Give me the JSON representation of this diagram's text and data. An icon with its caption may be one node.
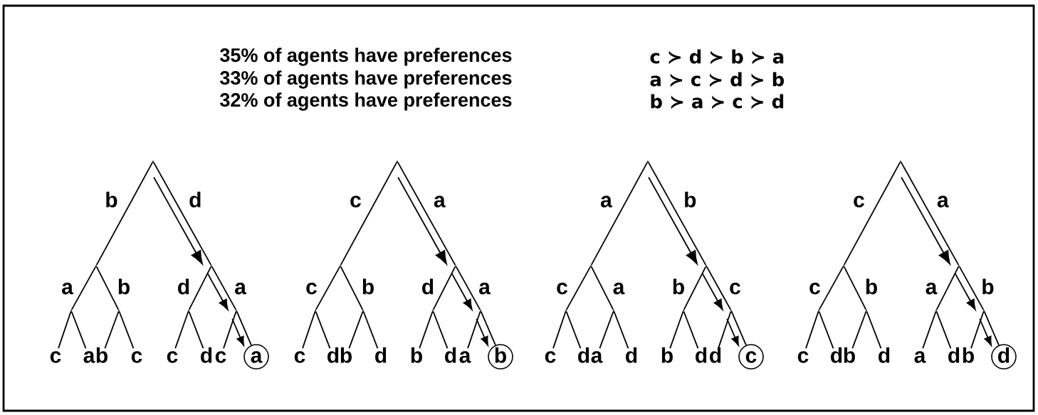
{
  "diagram": {
    "nodes": [
      {
        "text": [],
        "shape": "point"
      },
      {
        "text": [],
        "shape": "point"
      },
      {
        "text": [],
        "shape": "point"
      },
      {
        "text": [],
        "shape": "point"
      },
      {
        "text": [],
        "shape": "point"
      },
      {
        "text": [],
        "shape": "point"
      },
      {
        "text": [],
        "shape": "point"
      },
      {
        "text": [
          "c"
        ]
      },
      {
        "text": [
          "a"
        ]
      },
      {
        "text": [
          "b"
        ]
      },
      {
        "text": [
          "c"
        ]
      },
      {
        "text": [
          "c"
        ]
      },
      {
        "text": [
          "d"
        ]
      },
      {
        "text": [
          "c"
        ]
      },
      {
        "text": [
          "a"
        ]
      },
      {
        "text": [],
        "shape": "point"
      },
      {
        "text": [],
        "shape": "point"
      },
      {
        "text": [],
        "shape": "point"
      },
      {
        "text": [],
        "shape": "point"
      },
      {
        "text": [],
        "shape": "point"
      },
      {
        "text": [],
        "shape": "point"
      },
      {
        "text": [],
        "shape": "point"
      },
      {
        "text": [
          "c"
        ]
      },
      {
        "text": [
          "d"
        ]
      },
      {
        "text": [
          "b"
        ]
      },
      {
        "text": [
          "d"
        ]
      },
      {
        "text": [
          "b"
        ]
      },
      {
        "text": [
          "d"
        ]
      },
      {
        "text": [
          "a"
        ]
      },
      {
        "text": [
          "b"
        ]
      },
      {
        "text": [],
        "shape": "point"
      },
      {
        "text": [],
        "shape": "point"
      },
      {
        "text": [],
        "shape": "point"
      },
      {
        "text": [],
        "shape": "point"
      },
      {
        "text": [],
        "shape": "point"
      },
      {
        "text": [],
        "shape": "point"
      },
      {
        "text": [],
        "shape": "point"
      },
      {
        "text": [
          "c"
        ]
      },
      {
        "text": [
          "d"
        ]
      },
      {
        "text": [
          "a"
        ]
      },
      {
        "text": [
          "d"
        ]
      },
      {
        "text": [
          "b"
        ]
      },
      {
        "text": [
          "d"
        ]
      },
      {
        "text": [
          "d"
        ]
      },
      {
        "text": [
          "c"
        ]
      },
      {
        "text": [],
        "shape": "point"
      },
      {
        "text": [],
        "shape": "point"
      },
      {
        "text": [],
        "shape": "point"
      },
      {
        "text": [],
        "shape": "point"
      },
      {
        "text": [],
        "shape": "point"
      },
      {
        "text": [],
        "shape": "point"
      },
      {
        "text": [],
        "shape": "point"
      },
      {
        "text": [
          "c"
        ]
      },
      {
        "text": [
          "d"
        ]
      },
      {
        "text": [
          "b"
        ]
      },
      {
        "text": [
          "d"
        ]
      },
      {
        "text": [
          "a"
        ]
      },
      {
        "text": [
          "d"
        ]
      },
      {
        "text": [
          "b"
        ]
      },
      {
        "text": [
          "d"
        ]
      }
    ],
    "edges": [
      {
        "from": 0,
        "to": 1,
        "arrow": "none",
        "label": "b"
      },
      {
        "from": 0,
        "to": 2,
        "arrow": "none",
        "label": "d"
      },
      {
        "from": 1,
        "to": 3,
        "arrow": "none",
        "label": "a"
      },
      {
        "from": 1,
        "to": 4,
        "arrow": "none",
        "label": "b"
      },
      {
        "from": 2,
        "to": 5,
        "arrow": "none",
        "label": "d"
      },
      {
        "from": 2,
        "to": 6,
        "arrow": "none",
        "label": "a"
      },
      {
        "from": 3,
        "to": 7,
        "arrow": "none"
      },
      {
        "from": 3,
        "to": 8,
        "arrow": "none"
      },
      {
        "from": 4,
        "to": 9,
        "arrow": "none"
      },
      {
        "from": 4,
        "to": 10,
        "arrow": "none"
      },
      {
        "from": 5,
        "to": 11,
        "arrow": "none"
      },
      {
        "from": 5,
        "to": 12,
        "arrow": "none"
      },
      {
        "from": 6,
        "to": 13,
        "arrow": "none"
      },
      {
        "from": 6,
        "to": 14,
        "arrow": "none"
      },
      {
        "from": 15,
        "to": 16,
        "arrow": "none",
        "label": "c"
      },
      {
        "from": 15,
        "to": 17,
        "arrow": "none",
        "label": "a"
      },
      {
        "from": 16,
        "to": 18,
        "arrow": "none",
        "label": "c"
      },
      {
        "from": 16,
        "to": 19,
        "arrow": "none",
        "label": "b"
      },
      {
        "from": 17,
        "to": 20,
        "arrow": "none",
        "label": "d"
      },
      {
        "from": 17,
        "to": 21,
        "arrow": "none",
        "label": "a"
      },
      {
        "from": 18,
        "to": 22,
        "arrow": "none"
      },
      {
        "from": 18,
        "to": 23,
        "arrow": "none"
      },
      {
        "from": 19,
        "to": 24,
        "arrow": "none"
      },
      {
        "from": 19,
        "to": 25,
        "arrow": "none"
      },
      {
        "from": 20,
        "to": 26,
        "arrow": "none"
      },
      {
        "from": 20,
        "to": 27,
        "arrow": "none"
      },
      {
        "from": 21,
        "to": 28,
        "arrow": "none"
      },
      {
        "from": 21,
        "to": 29,
        "arrow": "none"
      },
      {
        "from": 30,
        "to": 31,
        "arrow": "none",
        "label": "a"
      },
      {
        "from": 30,
        "to": 32,
        "arrow": "none",
        "label": "b"
      },
      {
        "from": 31,
        "to": 33,
        "arrow": "none",
        "label": "c"
      },
      {
        "from": 31,
        "to": 34,
        "arrow": "none",
        "label": "a"
      },
      {
        "from": 32,
        "to": 35,
        "arrow": "none",
        "label": "b"
      },
      {
        "from": 32,
        "to": 36,
        "arrow": "none",
        "label": "c"
      },
      {
        "from": 33,
        "to": 37,
        "arrow": "none"
      },
      {
        "from": 33,
        "to": 38,
        "arrow": "none"
      },
      {
        "from": 34,
        "to": 39,
        "arrow": "none"
      },
      {
        "from": 34,
        "to": 40,
        "arrow": "none"
      },
      {
        "from": 35,
        "to": 41,
        "arrow": "none"
      },
      {
        "from": 35,
        "to": 42,
        "arrow": "none"
      },
      {
        "from": 36,
        "to": 43,
        "arrow": "none"
      },
      {
        "from": 36,
        "to": 44,
        "arrow": "none"
      },
      {
        "from": 45,
        "to": 46,
        "arrow": "none",
        "label": "c"
      },
      {
        "from": 45,
        "to": 47,
        "arrow": "none",
        "label": "a"
      },
      {
        "from": 46,
        "to": 48,
        "arrow": "none",
        "label": "c"
      },
      {
        "from": 46,
        "to": 49,
        "arrow": "none",
        "label": "b"
      },
      {
        "from": 47,
        "to": 50,
        "arrow": "none",
        "label": "a"
      },
      {
        "from": 47,
        "to": 51,
        "arrow": "none",
        "label": "b"
      },
      {
        "from": 48,
        "to": 52,
        "arrow": "none"
      },
      {
        "from": 48,
        "to": 53,
        "arrow": "none"
      },
      {
        "from": 49,
        "to": 54,
        "arrow": "none"
      },
      {
        "from": 49,
        "to": 55,
        "arrow": "none"
      },
      {
        "from": 50,
        "to": 56,
        "arrow": "none"
      },
      {
        "from": 50,
        "to": 57,
        "arrow": "none"
      },
      {
        "from": 51,
        "to": 58,
        "arrow": "none"
      },
      {
        "from": 51,
        "to": 59,
        "arrow": "none"
      }
    ],
    "labels": [
      "35% of agents have preferences",
      "c ≻ d ≻ b ≻ a",
      "33% of agents have preferences",
      "a ≻ c ≻ d ≻ b",
      "32% of agents have preferences",
      "b ≻ a ≻ c ≻ d"
    ]
  }
}
